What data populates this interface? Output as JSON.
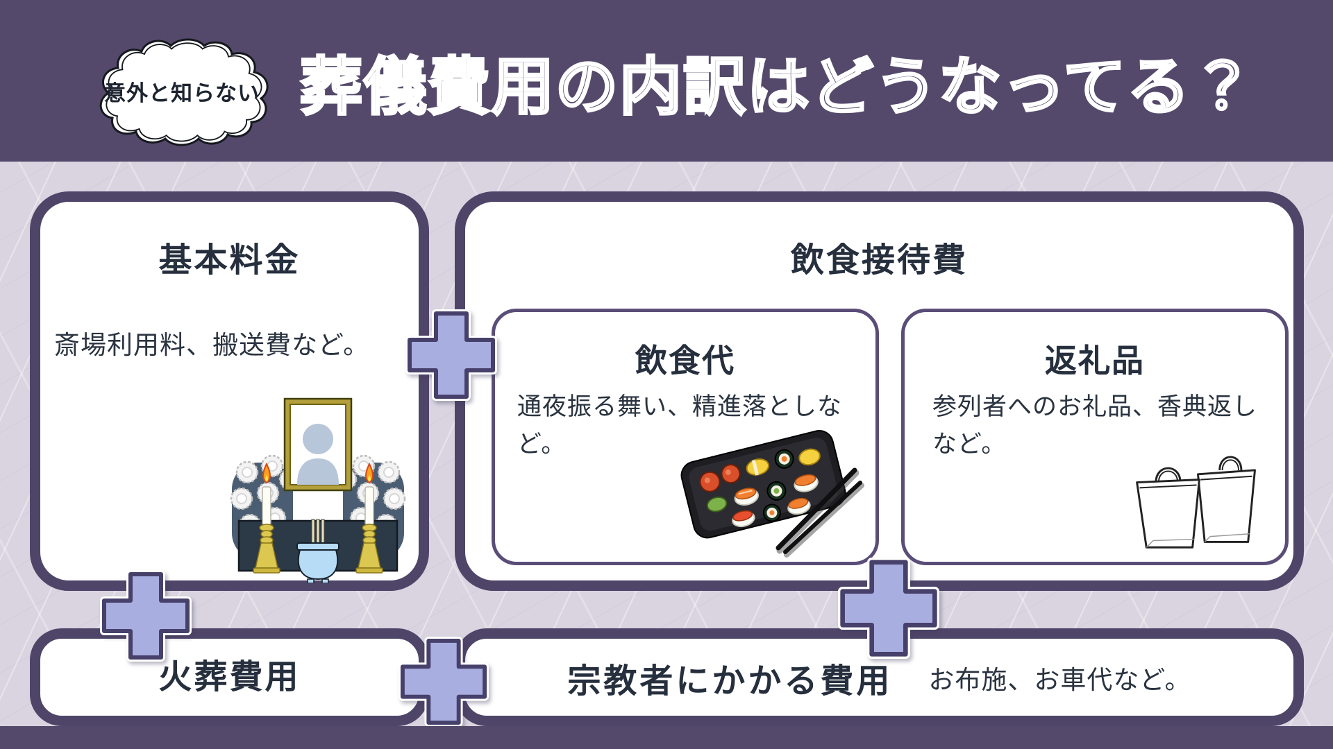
{
  "colors": {
    "header_bg": "#54496b",
    "page_bg": "#d9d4e0",
    "card_border": "#4f4569",
    "subcard_border": "#5a4d78",
    "text_dark": "#262f3d",
    "plus_fill": "#a9aee0",
    "plus_border": "#46406b",
    "title_outline": "#ffffff"
  },
  "header": {
    "badge_label": "意外と知らない",
    "title": "葬儀費用の内訳はどうなってる？"
  },
  "cards": {
    "basic": {
      "title": "基本料金",
      "description": "斎場利用料、搬送費など。",
      "icon": "funeral-altar"
    },
    "food": {
      "title": "飲食接待費",
      "children": [
        {
          "title": "飲食代",
          "description": "通夜振る舞い、精進落としなど。",
          "icon": "sushi-platter"
        },
        {
          "title": "返礼品",
          "description": "参列者へのお礼品、香典返しなど。",
          "icon": "gift-bags"
        }
      ]
    },
    "cremation": {
      "title": "火葬費用"
    },
    "religious": {
      "title": "宗教者にかかる費用",
      "description": "お布施、お車代など。"
    }
  }
}
